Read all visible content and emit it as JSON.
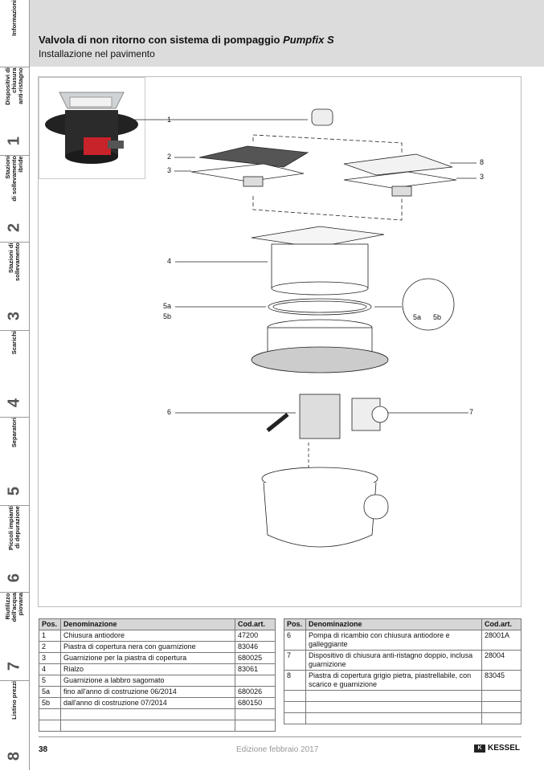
{
  "sidebar": {
    "tabs": [
      {
        "label": "Informazioni",
        "number": ""
      },
      {
        "label": "Dispositivi di\nchiusura\nanti-ristagno",
        "number": "1"
      },
      {
        "label": "Stazioni\ndi sollevamento\nibride",
        "number": "2"
      },
      {
        "label": "Stazioni di\nsollevamento",
        "number": "3"
      },
      {
        "label": "Scarichi",
        "number": "4"
      },
      {
        "label": "Separatori",
        "number": "5"
      },
      {
        "label": "Piccoli impianti\ndi depurazione",
        "number": "6"
      },
      {
        "label": "Riutilizzo\ndell'acqua\npiovana",
        "number": "7"
      },
      {
        "label": "Listino prezzi",
        "number": "8"
      }
    ]
  },
  "header": {
    "title": "Valvola di non ritorno con sistema di pompaggio",
    "title_product": "Pumpfix S",
    "subtitle": "Installazione nel pavimento"
  },
  "figure": {
    "callouts": [
      "1",
      "2",
      "3",
      "8",
      "3",
      "4",
      "5a",
      "5b",
      "6",
      "7"
    ],
    "detail_labels": [
      "5a",
      "5b"
    ]
  },
  "table_left": {
    "headers": [
      "Pos.",
      "Denominazione",
      "Cod.art."
    ],
    "rows": [
      [
        "1",
        "Chiusura antiodore",
        "47200"
      ],
      [
        "2",
        "Piastra di copertura nera con guarnizione",
        "83046"
      ],
      [
        "3",
        "Guarnizione per la piastra di copertura",
        "680025"
      ],
      [
        "4",
        "Rialzo",
        "83061"
      ],
      [
        "5",
        "Guarnizione a labbro sagomato",
        ""
      ],
      [
        "5a",
        " fino all'anno di costruzione 06/2014",
        "680026"
      ],
      [
        "5b",
        " dall'anno di costruzione 07/2014",
        "680150"
      ],
      [
        "",
        "",
        ""
      ],
      [
        "",
        "",
        ""
      ]
    ]
  },
  "table_right": {
    "headers": [
      "Pos.",
      "Denominazione",
      "Cod.art."
    ],
    "rows": [
      [
        "6",
        "Pompa di ricambio con chiusura antiodore e galleggiante",
        "28001A"
      ],
      [
        "7",
        "Dispositivo di chiusura anti-ristagno doppio, inclusa guarnizione",
        "28004"
      ],
      [
        "8",
        "Piastra di copertura grigio pietra, piastrellabile, con scarico e guarnizione",
        "83045"
      ],
      [
        "",
        "",
        ""
      ],
      [
        "",
        "",
        ""
      ],
      [
        "",
        "",
        ""
      ]
    ]
  },
  "footer": {
    "page_number": "38",
    "edition": "Edizione febbraio 2017",
    "brand": "KESSEL",
    "brand_mark": "K"
  }
}
